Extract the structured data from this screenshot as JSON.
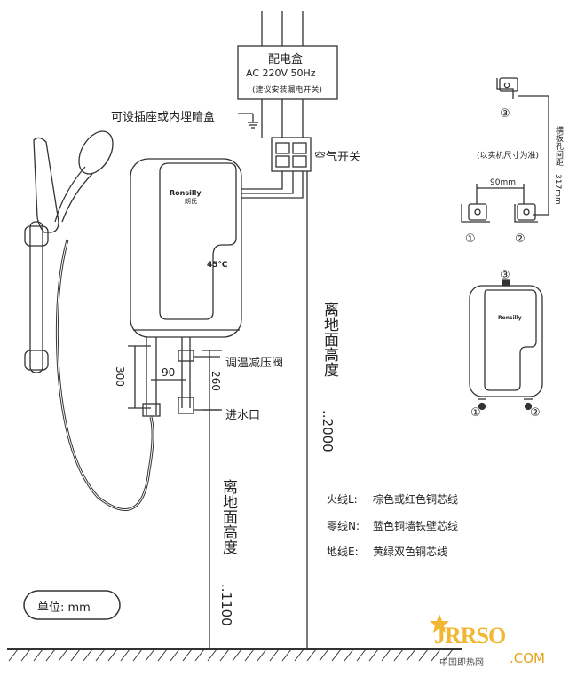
{
  "distribution_box": {
    "title": "配电盒",
    "spec": "AC  220V  50Hz",
    "note": "(建议安装漏电开关)"
  },
  "labels": {
    "socket": "可设插座或内埋暗盒",
    "air_switch": "空气开关",
    "valve": "调温减压阀",
    "water_inlet": "进水口",
    "brand": "Ronsilly",
    "brand_cn": "朗氏",
    "display": "45℃"
  },
  "dimensions": {
    "d300": "300",
    "d90": "90",
    "d260": "260",
    "d90mm": "90mm",
    "d317": "317mm",
    "hole_spacing_label": "横板孔间距",
    "hole_note": "(以实机尺寸为准)",
    "height_2000_text": "离地面高度",
    "height_2000_val": "..2000",
    "height_1100_text": "离地面高度",
    "height_1100_val": "..1100"
  },
  "markers": [
    "①",
    "②",
    "③"
  ],
  "wiring": [
    {
      "label": "火线L:",
      "desc": "棕色或红色铜芯线"
    },
    {
      "label": "零线N:",
      "desc": "蓝色铜墙铁壁芯线"
    },
    {
      "label": "地线E:",
      "desc": "黄绿双色铜芯线"
    }
  ],
  "unit": "单位: mm",
  "watermark": {
    "logo": "JRRSO",
    "domain": ".COM",
    "cn": "中国即热网"
  }
}
